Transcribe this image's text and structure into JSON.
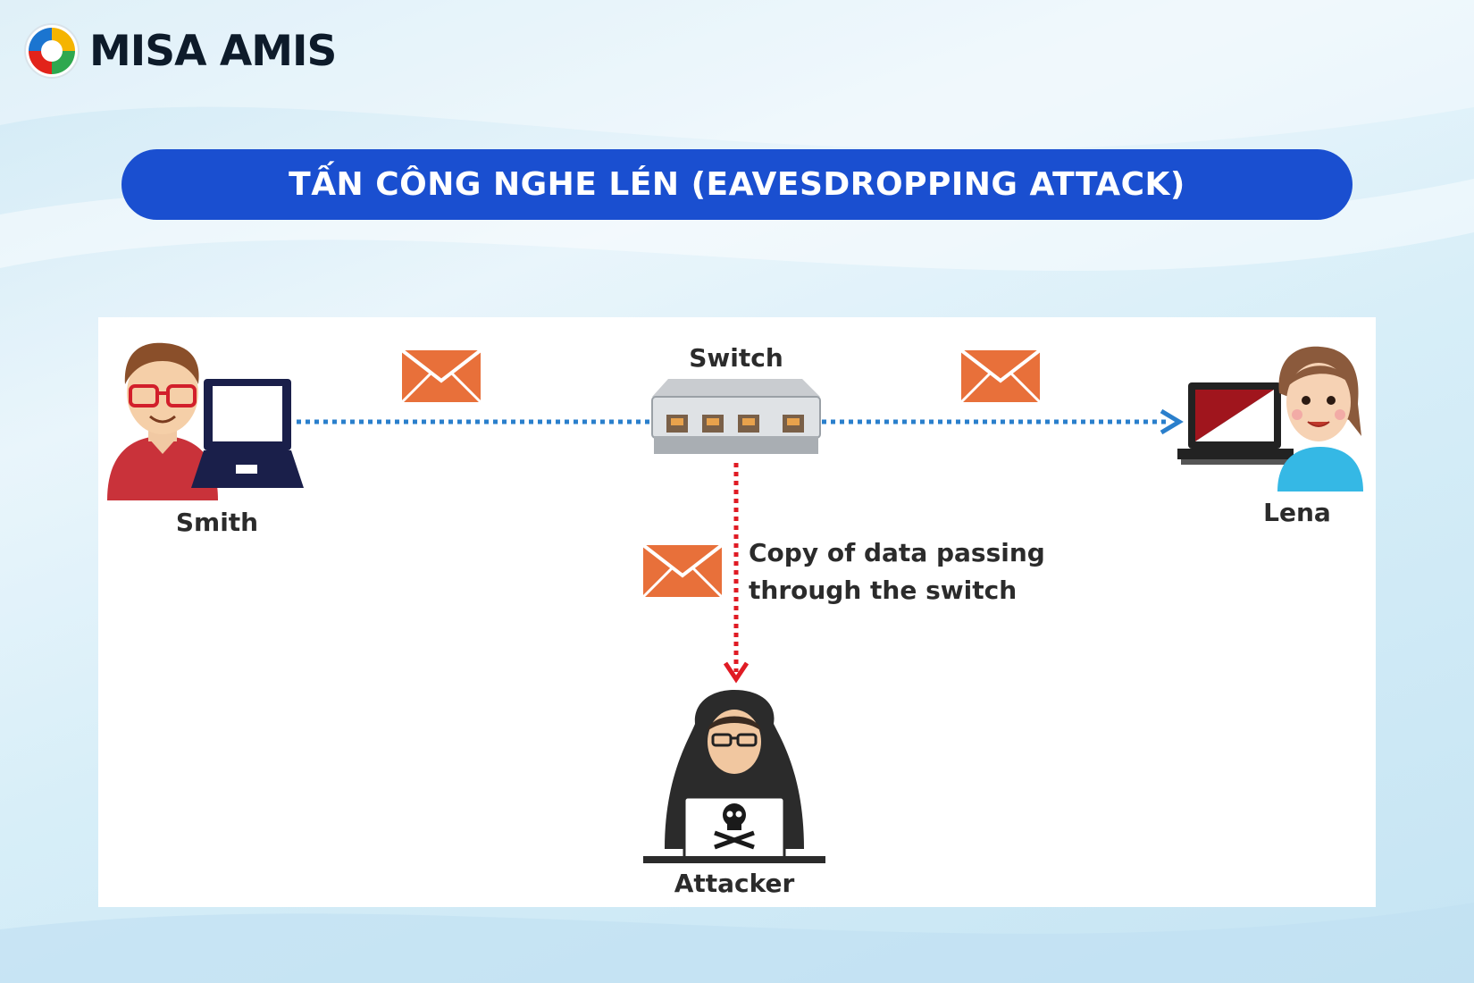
{
  "logo": {
    "text": "MISA AMIS"
  },
  "title": "TẤN CÔNG NGHE LÉN (EAVESDROPPING ATTACK)",
  "nodes": {
    "sender": "Smith",
    "switch": "Switch",
    "receiver": "Lena",
    "attacker": "Attacker"
  },
  "annotation": {
    "line1": "Copy of data passing",
    "line2": "through the switch"
  },
  "colors": {
    "title_bar": "#1a4fd0",
    "blue_link": "#2a7fcc",
    "red_link": "#e01b24",
    "envelope": "#e8703a"
  },
  "icons": [
    "envelope-icon",
    "switch-icon",
    "laptop-icon",
    "skull-icon"
  ]
}
